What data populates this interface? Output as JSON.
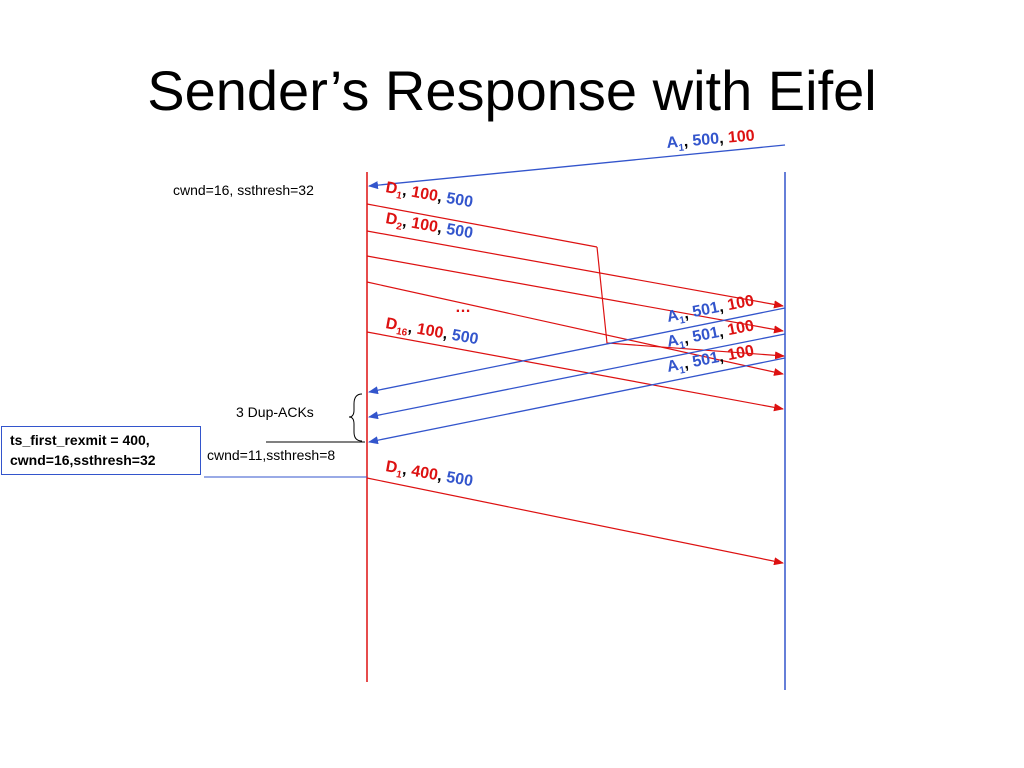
{
  "title": "Sender’s Response with Eifel",
  "colors": {
    "red": "#dd1111",
    "blue": "#3355cc"
  },
  "notes": {
    "cwnd_initial": "cwnd=16, ssthresh=32",
    "dup_acks": "3 Dup-ACKs",
    "cwnd_after": "cwnd=11,ssthresh=8",
    "ellipsis": "…"
  },
  "box": {
    "line1": "ts_first_rexmit = 400,",
    "line2": "cwnd=16,ssthresh=32"
  },
  "messages": {
    "a1_top": {
      "name": "A",
      "sub": "1",
      "v1": "500",
      "v2": "100"
    },
    "d1": {
      "name": "D",
      "sub": "1",
      "v1": "100",
      "v2": "500"
    },
    "d2": {
      "name": "D",
      "sub": "2",
      "v1": "100",
      "v2": "500"
    },
    "d16": {
      "name": "D",
      "sub": "16",
      "v1": "100",
      "v2": "500"
    },
    "a1_dup1": {
      "name": "A",
      "sub": "1",
      "v1": "501",
      "v2": "100"
    },
    "a1_dup2": {
      "name": "A",
      "sub": "1",
      "v1": "501",
      "v2": "100"
    },
    "a1_dup3": {
      "name": "A",
      "sub": "1",
      "v1": "501",
      "v2": "100"
    },
    "d1_rexmit": {
      "name": "D",
      "sub": "1",
      "v1": "400",
      "v2": "500"
    }
  }
}
